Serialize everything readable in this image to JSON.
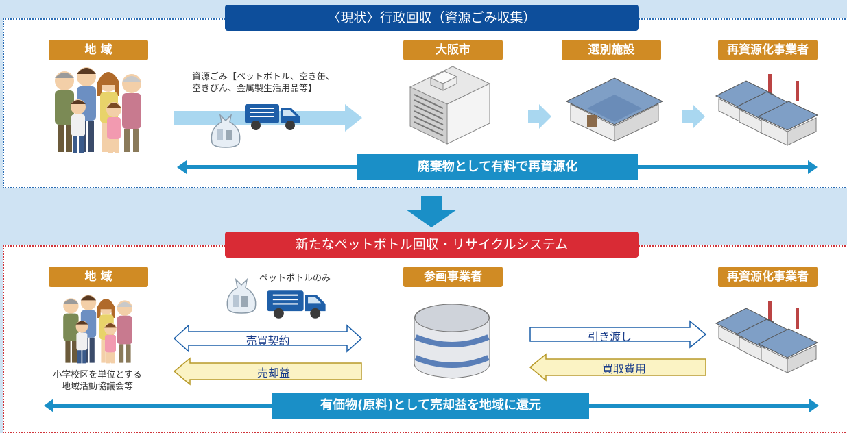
{
  "top": {
    "banner": "〈現状〉行政回収（資源ごみ収集）",
    "label_area": "地 域",
    "label_city": "大阪市",
    "label_sorting": "選別施設",
    "label_recycler": "再資源化事業者",
    "items_line1": "資源ごみ【ペットボトル、空き缶、",
    "items_line2": "空きびん、金属製生活用品等】",
    "bottom_bar": "廃棄物として有料で再資源化"
  },
  "bottom": {
    "banner": "新たなペットボトル回収・リサイクルシステム",
    "label_area": "地 域",
    "label_operator": "参画事業者",
    "label_recycler": "再資源化事業者",
    "pet_only": "ペットボトルのみ",
    "sales_contract": "売買契約",
    "sales_profit": "売却益",
    "handover": "引き渡し",
    "purchase_cost": "買取費用",
    "area_desc_line1": "小学校区を単位とする",
    "area_desc_line2": "地域活動協議会等",
    "bottom_bar": "有価物(原料)として売却益を地域に還元"
  },
  "colors": {
    "navy_banner": "#0d4e9b",
    "red_banner": "#d92b35",
    "label_orange": "#d08b24",
    "bar_blue": "#1a8fc7",
    "light_arrow": "#a9d7f0",
    "yellow_arrow": "#fbf3c4"
  }
}
